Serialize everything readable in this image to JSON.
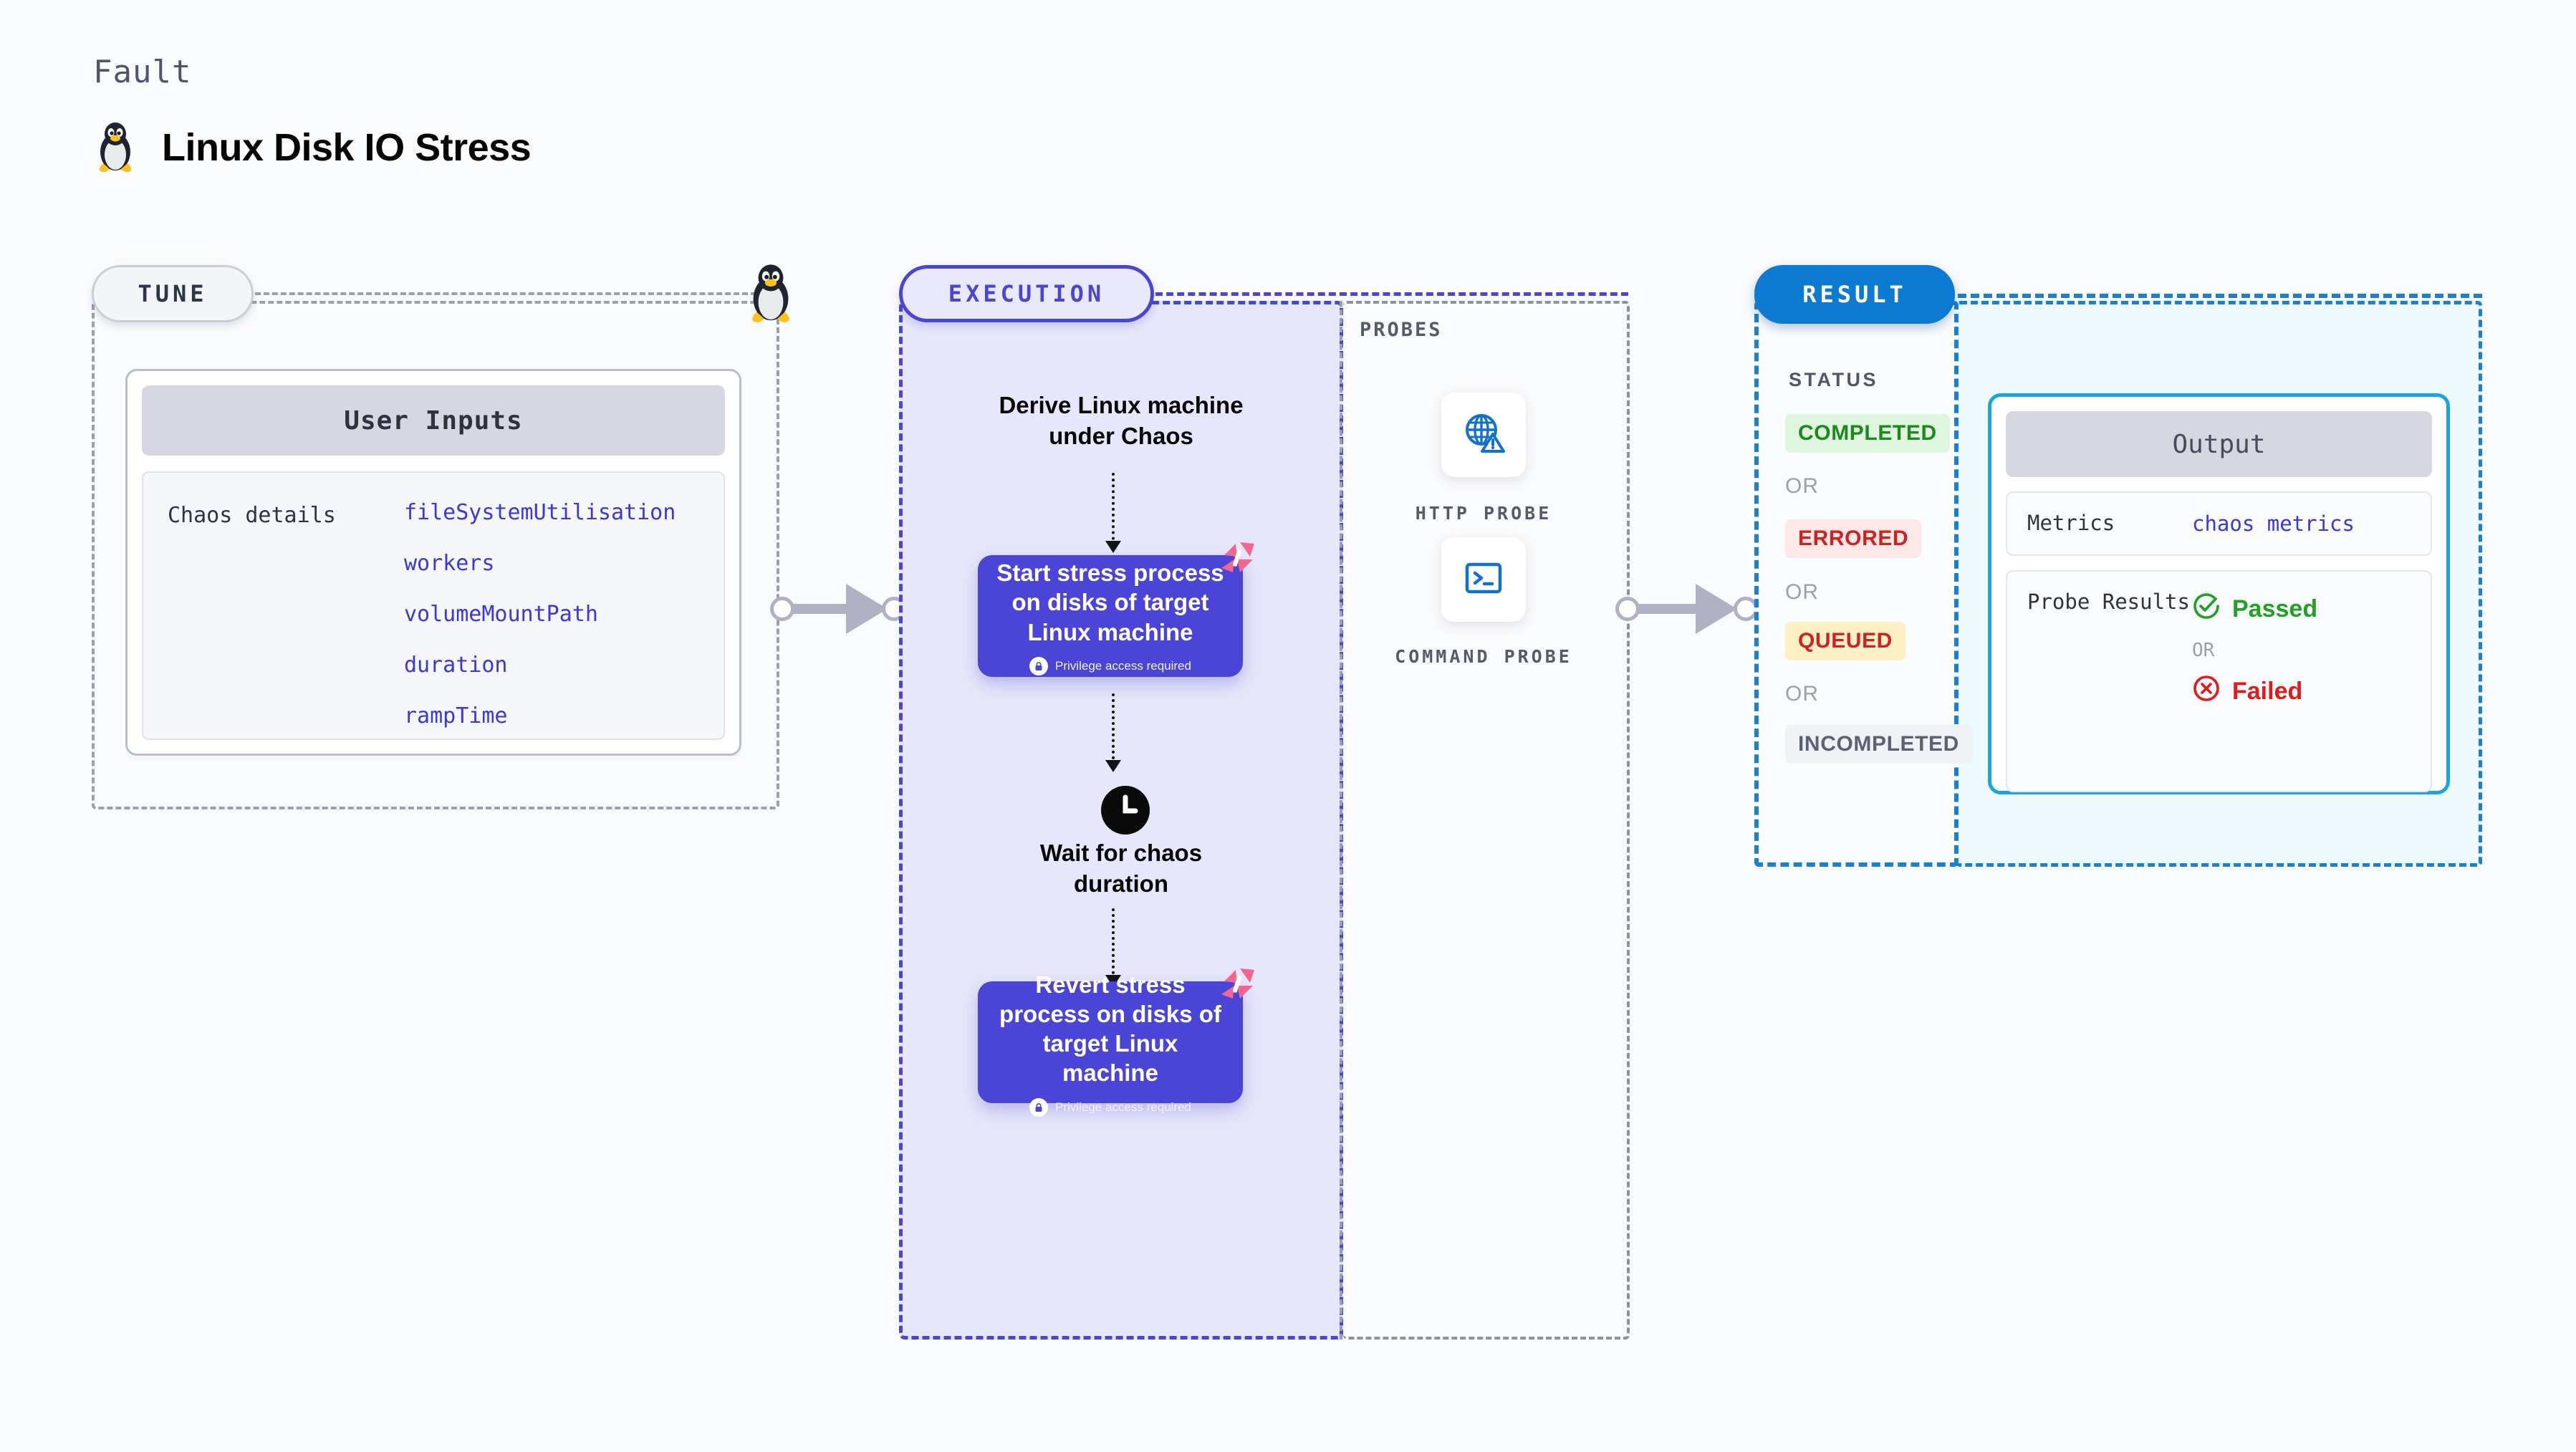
{
  "header": {
    "kicker": "Fault",
    "title": "Linux Disk IO Stress",
    "icon": "linux-penguin-icon"
  },
  "tune": {
    "pill_label": "TUNE",
    "card": {
      "title": "User Inputs",
      "row_label": "Chaos details",
      "values": [
        "fileSystemUtilisation",
        "workers",
        "volumeMountPath",
        "duration",
        "rampTime"
      ]
    }
  },
  "execution": {
    "pill_label": "EXECUTION",
    "derive_step": "Derive Linux machine\nunder Chaos",
    "start_step": {
      "title": "Start stress process on disks of target Linux machine",
      "privilege_note": "Privilege access required",
      "badge_icon": "harness-logo-icon"
    },
    "wait_step": {
      "label": "Wait for chaos\nduration",
      "icon": "clock-icon"
    },
    "revert_step": {
      "title": "Revert stress process on disks of target Linux machine",
      "privilege_note": "Privilege access required",
      "badge_icon": "harness-logo-icon"
    }
  },
  "probes": {
    "section_label": "PROBES",
    "items": [
      {
        "label": "HTTP PROBE",
        "icon": "globe-warning-icon"
      },
      {
        "label": "COMMAND PROBE",
        "icon": "terminal-icon"
      }
    ]
  },
  "result": {
    "pill_label": "RESULT",
    "status_label": "STATUS",
    "or_label": "OR",
    "statuses": [
      {
        "label": "COMPLETED",
        "color": "#1c8a1c",
        "bg": "#dff5df"
      },
      {
        "label": "ERRORED",
        "color": "#cc2222",
        "bg": "#fde8e8"
      },
      {
        "label": "QUEUED",
        "color": "#cc2222",
        "bg": "#fdefc6"
      },
      {
        "label": "INCOMPLETED",
        "color": "#5b6273",
        "bg": "#f0f2f6"
      }
    ]
  },
  "output": {
    "title": "Output",
    "metrics_key": "Metrics",
    "metrics_value": "chaos metrics",
    "probe_results_key": "Probe Results",
    "probe_passed": "Passed",
    "probe_or": "OR",
    "probe_failed": "Failed"
  },
  "colors": {
    "primary_purple": "#4a45d6",
    "result_blue": "#0d7ad1",
    "output_cyan": "#19a6e0",
    "harness_pink": "#f4668f",
    "link_blue": "#3b36de"
  }
}
